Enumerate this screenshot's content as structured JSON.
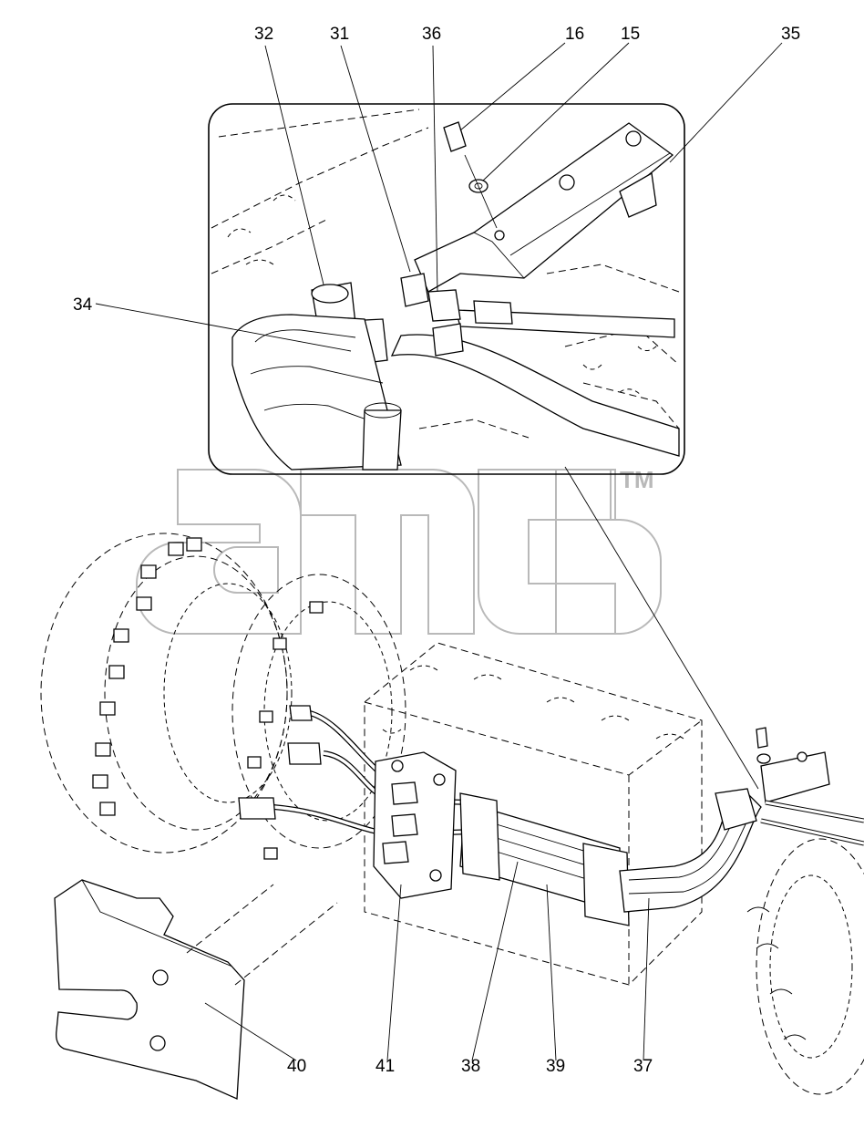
{
  "callouts": [
    {
      "id": "32",
      "label": "32"
    },
    {
      "id": "31",
      "label": "31"
    },
    {
      "id": "36",
      "label": "36"
    },
    {
      "id": "16",
      "label": "16"
    },
    {
      "id": "15",
      "label": "15"
    },
    {
      "id": "35",
      "label": "35"
    },
    {
      "id": "34",
      "label": "34"
    },
    {
      "id": "40",
      "label": "40"
    },
    {
      "id": "41",
      "label": "41"
    },
    {
      "id": "38",
      "label": "38"
    },
    {
      "id": "39",
      "label": "39"
    },
    {
      "id": "37",
      "label": "37"
    }
  ],
  "watermark": {
    "text": "aTCb",
    "trademark": "TM"
  }
}
